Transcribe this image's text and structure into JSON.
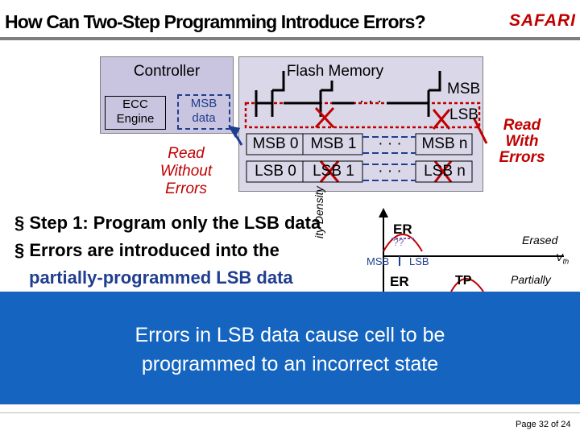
{
  "header": {
    "title": "How Can Two-Step Programming Introduce Errors?",
    "logo": "SAFARI"
  },
  "diagram": {
    "controller": {
      "label": "Controller",
      "ecc_engine": [
        "ECC",
        "Engine"
      ],
      "msb_data": [
        "MSB",
        "data"
      ],
      "read_without_errors": [
        "Read",
        "Without",
        "Errors"
      ]
    },
    "flash_memory": {
      "label": "Flash Memory",
      "msb_label": "MSB",
      "lsb_label": "LSB",
      "msb_row": [
        "MSB 0",
        "MSB 1",
        "· · ·",
        "MSB n"
      ],
      "lsb_row": [
        "LSB 0",
        "LSB 1",
        "· · ·",
        "LSB n"
      ]
    },
    "read_with_errors": [
      "Read",
      "With",
      "Errors"
    ]
  },
  "bullets": {
    "step1": "§ Step 1: Program only the LSB data",
    "errors_line1": "§ Errors are introduced into the",
    "errors_line2": "partially-programmed LSB data"
  },
  "distribution": {
    "ylabel": "ity Density",
    "er_top": "ER",
    "question_top": "??",
    "msb": "MSB",
    "lsb": "LSB",
    "er_bottom": "ER",
    "tp": "TP",
    "erased": "Erased",
    "vth": "V",
    "vth_sub": "th",
    "partially": "Partially"
  },
  "banner": {
    "line1": "Errors in LSB data cause cell to be",
    "line2": "programmed to an incorrect state"
  },
  "footer": {
    "page": "Page 32 of 24"
  },
  "colors": {
    "title_bar": "#7f7f7f",
    "accent_red": "#c00000",
    "accent_blue": "#1f3e8f",
    "banner": "#1565c0"
  }
}
